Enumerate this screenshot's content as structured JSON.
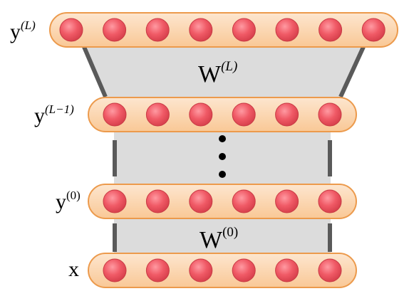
{
  "layers": [
    {
      "id": "top",
      "label_main": "y",
      "label_sup": "(L)",
      "neurons": 8
    },
    {
      "id": "penultimate",
      "label_main": "y",
      "label_sup": "(L−1)",
      "neurons": 6
    },
    {
      "id": "first-hidden",
      "label_main": "y",
      "label_sup": "(0)",
      "neurons": 6
    },
    {
      "id": "input",
      "label_main": "x",
      "label_sup": "",
      "neurons": 6
    }
  ],
  "weights": {
    "top": {
      "main": "W",
      "sup": "(L)"
    },
    "bottom": {
      "main": "W",
      "sup": "(0)"
    }
  },
  "colors": {
    "bar_fill": "#fcd9b8",
    "bar_stroke": "#ec9a4c",
    "neuron_fill": "#f05a66",
    "neuron_stroke": "#c83a44",
    "band_fill": "#dcdcdc",
    "connector": "#5a5a5a",
    "dot": "#000000"
  }
}
